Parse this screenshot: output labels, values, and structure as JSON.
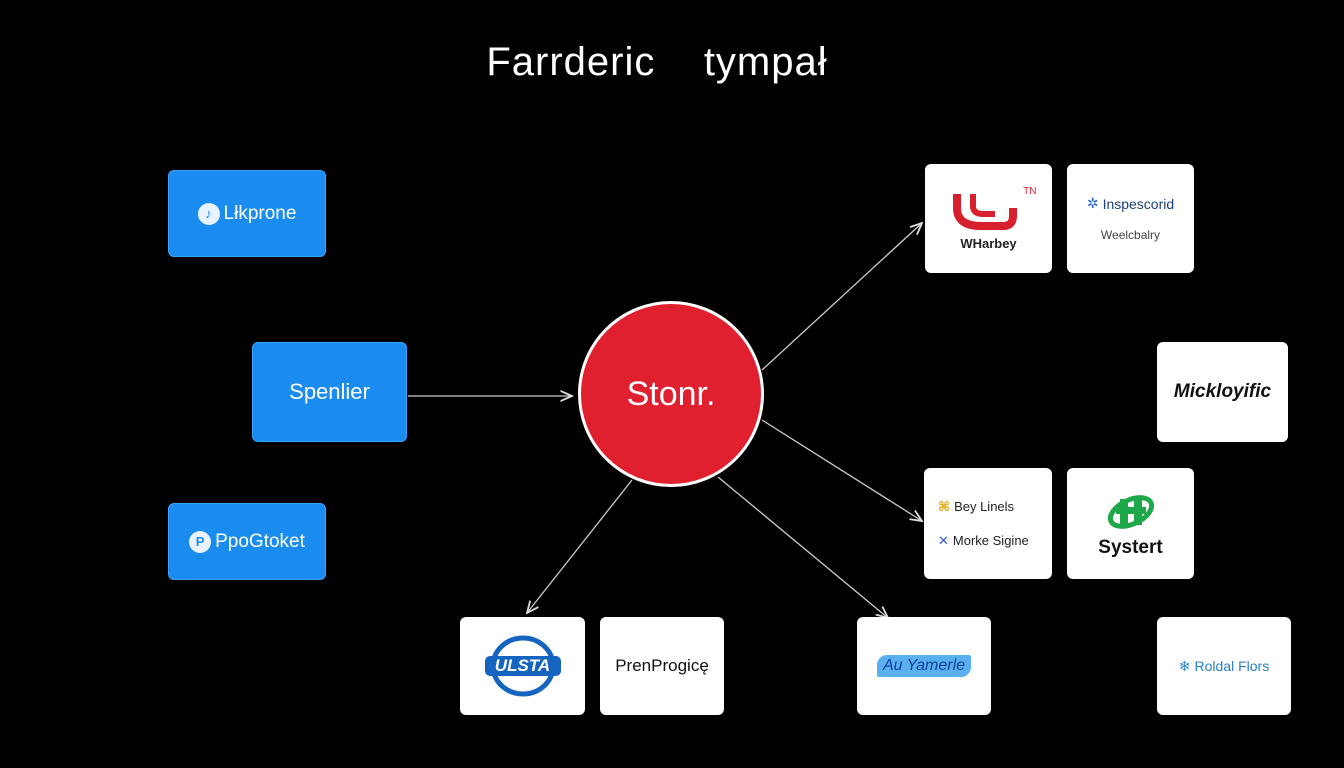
{
  "title": "Farrderic    tympał",
  "hub": {
    "label": "Stonr."
  },
  "sources": [
    {
      "label": "Lłkprone",
      "icon": "app-badge-icon"
    },
    {
      "label": "Spenlier"
    },
    {
      "label": "PpoGtoket",
      "icon": "app-badge-icon"
    }
  ],
  "targets": {
    "wharbey": {
      "label": "WHarbey",
      "mark": "TN"
    },
    "inspescorid": {
      "label": "Inspescorid",
      "sub": "Weelcbalry"
    },
    "mickloyific": {
      "label": "Mickloyific"
    },
    "pair": {
      "line1": "Bey Linels",
      "line2": "Morke Sigine"
    },
    "systert": {
      "label": "Systert"
    },
    "ulsta": {
      "label": "ULSTA"
    },
    "prenprogice": {
      "label": "PrenProgicę"
    },
    "au_yamerle": {
      "label": "Au Yamerle"
    },
    "roldal": {
      "label": "Roldal Flors"
    }
  },
  "colors": {
    "hub": "#e0202f",
    "source_box": "#1a8cf0",
    "target_box": "#ffffff",
    "arrow": "#cccccc"
  }
}
